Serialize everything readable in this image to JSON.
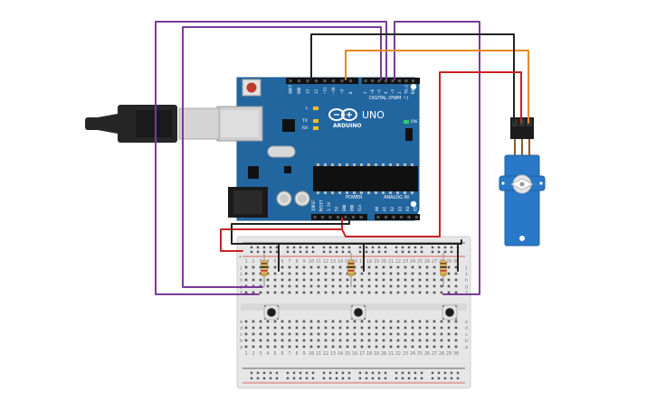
{
  "arduino": {
    "brand": "ARDUINO",
    "model": "UNO",
    "on_label": "ON",
    "tx_label": "TX",
    "rx_label": "RX",
    "l_label": "L",
    "digital_label": "DIGITAL (PWM ~)",
    "power_label": "POWER",
    "analog_label": "ANALOG IN",
    "digital_pins": [
      "AREF",
      "GND",
      "13",
      "12",
      "~11",
      "~10",
      "~9",
      "8",
      "7",
      "~6",
      "~5",
      "4",
      "~3",
      "2",
      "TX→1",
      "RX←0"
    ],
    "power_pins": [
      "IOREF",
      "RESET",
      "3.3V",
      "5V",
      "GND",
      "GND",
      "Vin"
    ],
    "analog_pins": [
      "A0",
      "A1",
      "A2",
      "A3",
      "A4",
      "A5"
    ]
  },
  "breadboard": {
    "column_numbers": [
      "1",
      "2",
      "3",
      "4",
      "5",
      "6",
      "7",
      "8",
      "9",
      "10",
      "11",
      "12",
      "13",
      "14",
      "15",
      "16",
      "17",
      "18",
      "19",
      "20",
      "21",
      "22",
      "23",
      "24",
      "25",
      "26",
      "27",
      "28",
      "29",
      "30"
    ],
    "rows_top": [
      "j",
      "i",
      "h",
      "g",
      "f"
    ],
    "rows_bottom": [
      "e",
      "d",
      "c",
      "b",
      "a"
    ],
    "rail_plus": "+",
    "rail_minus": "−"
  },
  "colors": {
    "board": "#2266a0",
    "board_edge": "#1d5a8e",
    "wire_purple": "#7a3a9a",
    "wire_orange": "#e8891a",
    "wire_red": "#cc2222",
    "wire_black": "#222222",
    "servo": "#2a78c8",
    "breadboard": "#e8e8e8"
  },
  "components": {
    "usb_cable": "usb-cable",
    "servo": "micro-servo",
    "resistors": 3,
    "pushbuttons": 3
  }
}
